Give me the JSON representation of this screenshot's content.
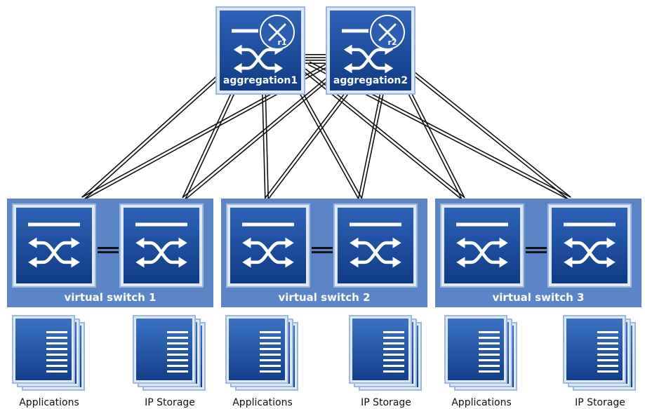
{
  "aggregation": [
    {
      "label": "aggregation1",
      "router_label": "r1"
    },
    {
      "label": "aggregation2",
      "router_label": "r2"
    }
  ],
  "virtual_switches": [
    {
      "label": "virtual switch 1"
    },
    {
      "label": "virtual switch 2"
    },
    {
      "label": "virtual switch 3"
    }
  ],
  "devices": [
    {
      "label": "Applications",
      "icon": "server-stack-icon"
    },
    {
      "label": "IP Storage",
      "icon": "storage-stack-icon"
    },
    {
      "label": "Applications",
      "icon": "server-stack-icon"
    },
    {
      "label": "IP Storage",
      "icon": "storage-stack-icon"
    },
    {
      "label": "Applications",
      "icon": "server-stack-icon"
    },
    {
      "label": "IP Storage",
      "icon": "storage-stack-icon"
    }
  ],
  "colors": {
    "switch_blue": "#1f4e9e",
    "switch_dark": "#0e2f6e",
    "panel_blue": "#5a86c8",
    "icon_border": "#a9c4e8"
  }
}
